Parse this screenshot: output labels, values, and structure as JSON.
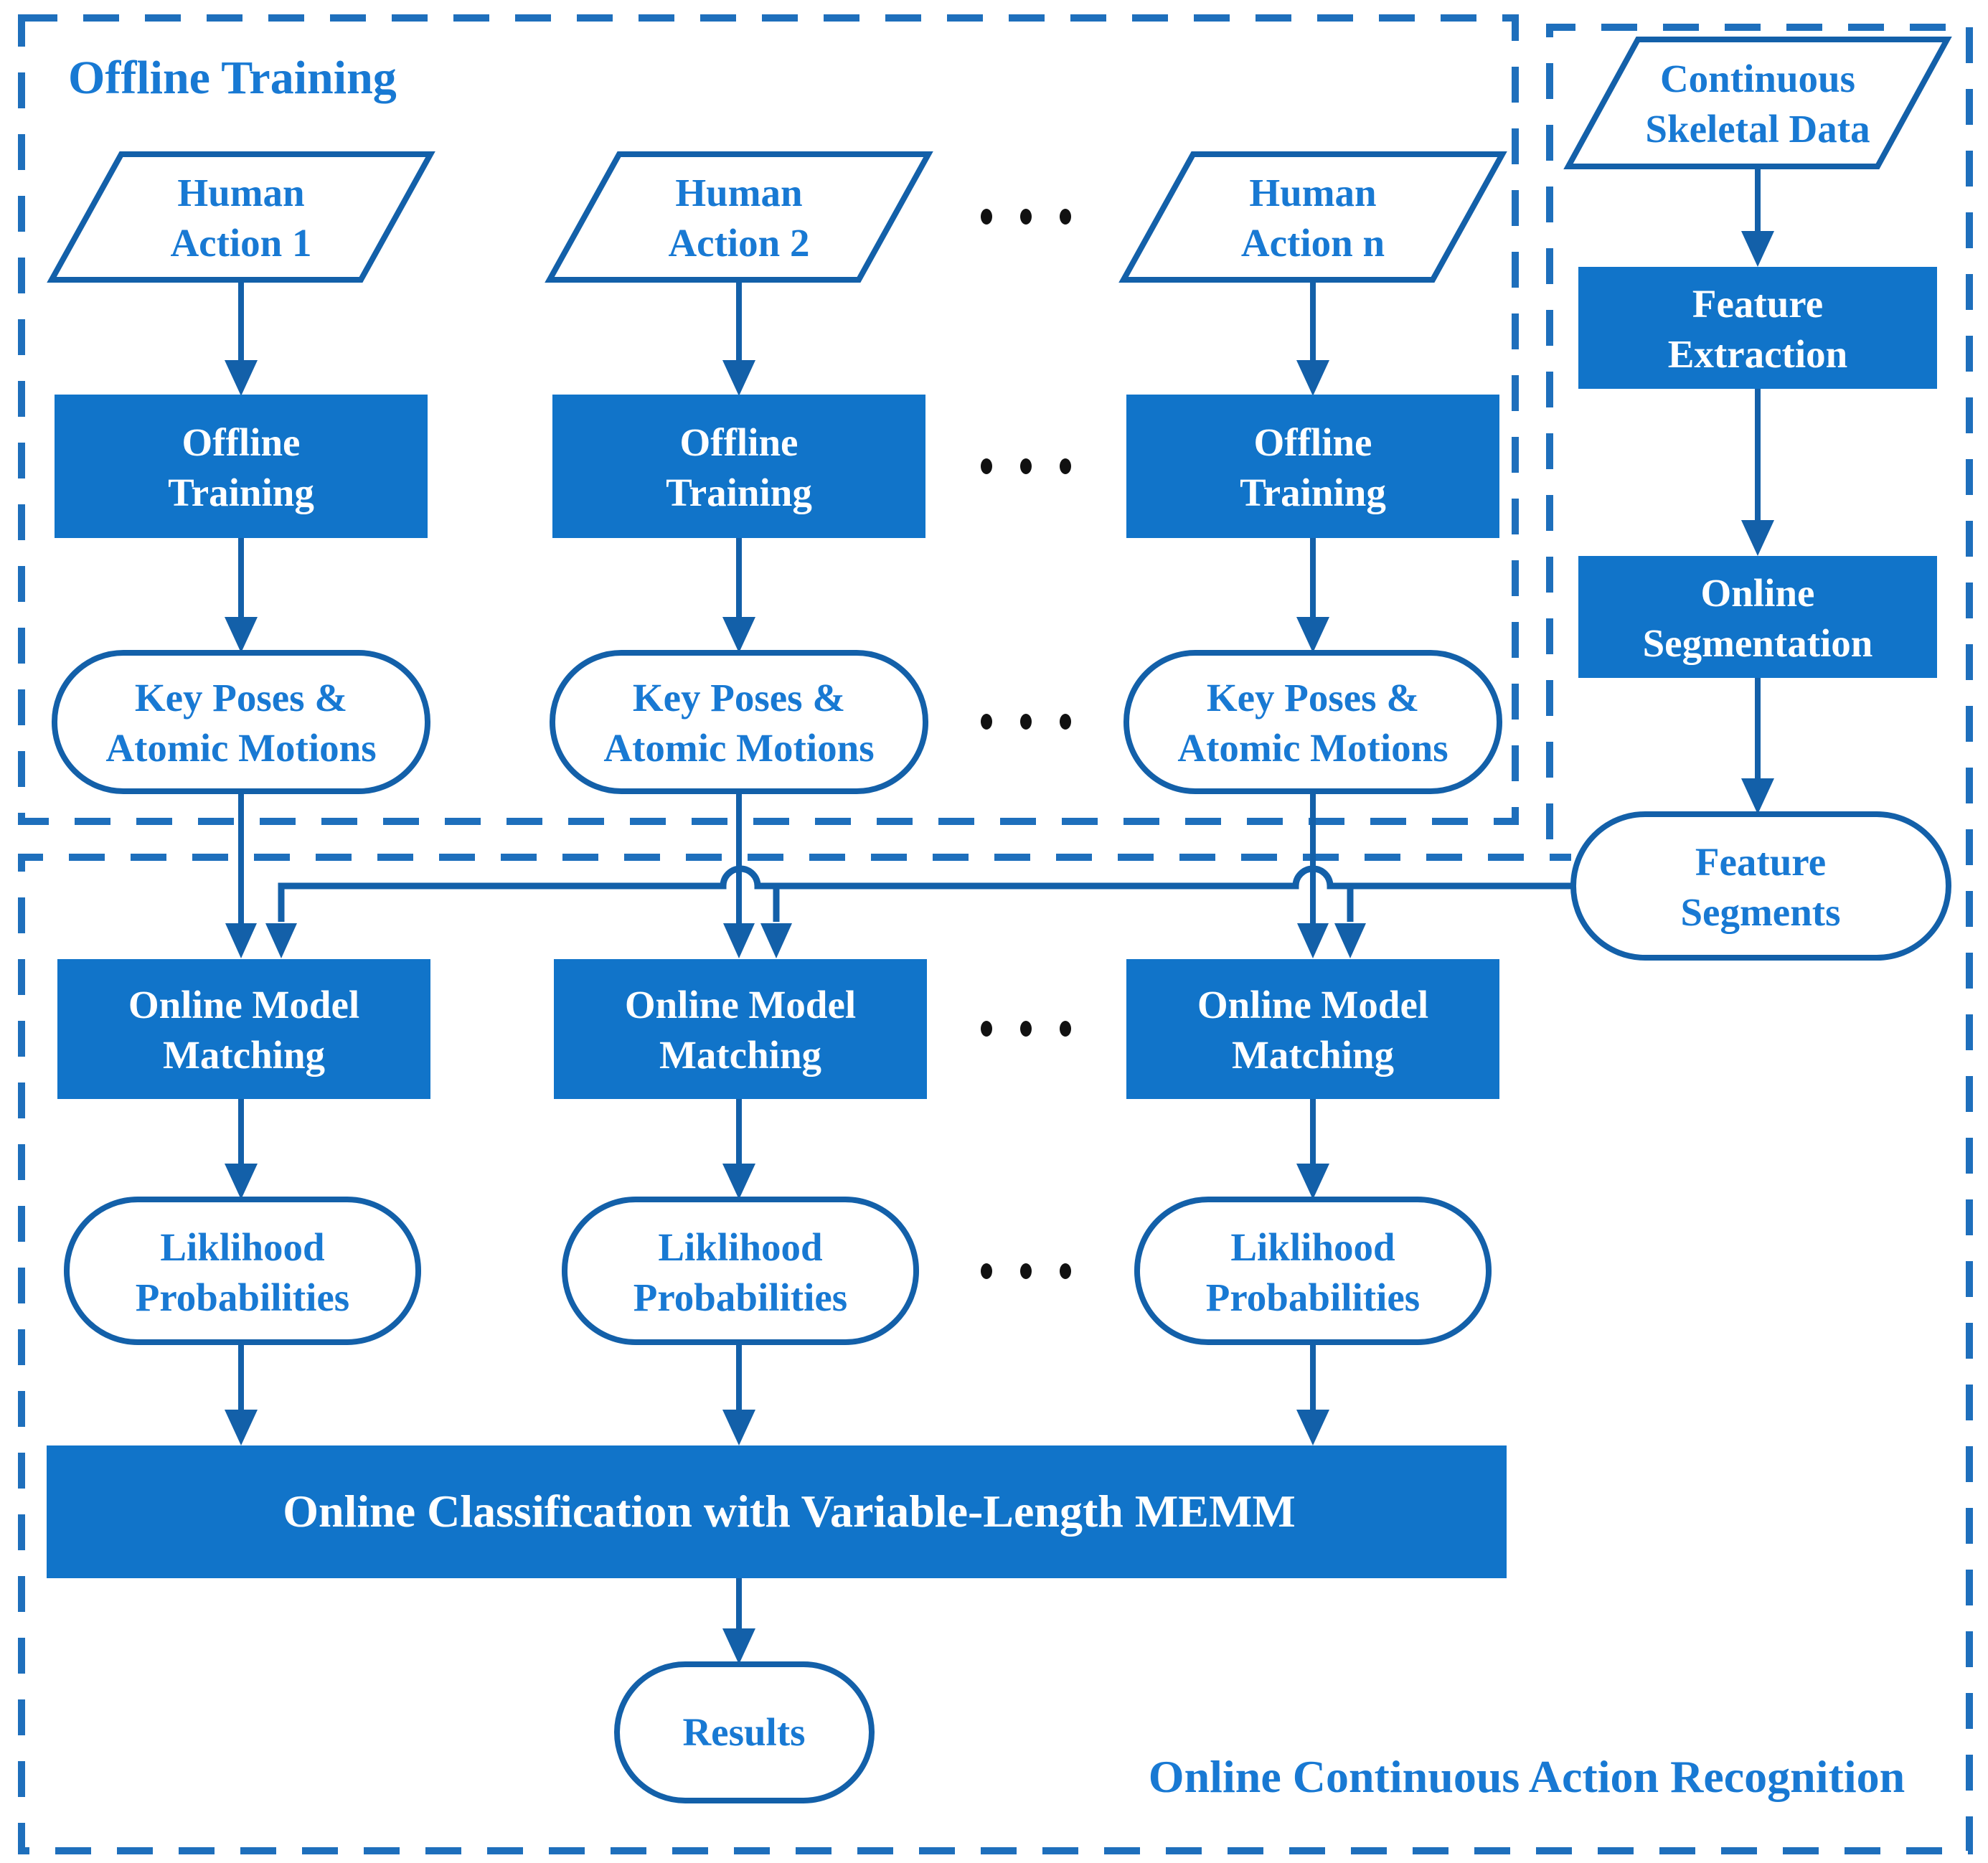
{
  "regions": {
    "offline_label": "Offline Training",
    "online_label": "Online Continuous Action Recognition"
  },
  "nodes": {
    "human_action_1": {
      "line1": "Human",
      "line2": "Action 1"
    },
    "human_action_2": {
      "line1": "Human",
      "line2": "Action 2"
    },
    "human_action_n": {
      "line1": "Human",
      "line2": "Action n"
    },
    "offline_training": {
      "line1": "Offline",
      "line2": "Training"
    },
    "key_poses": {
      "line1": "Key Poses &",
      "line2": "Atomic Motions"
    },
    "continuous_skeletal_data": {
      "line1": "Continuous",
      "line2": "Skeletal Data"
    },
    "feature_extraction": {
      "line1": "Feature",
      "line2": "Extraction"
    },
    "online_segmentation": {
      "line1": "Online",
      "line2": "Segmentation"
    },
    "feature_segments": {
      "line1": "Feature",
      "line2": "Segments"
    },
    "online_model_matching": {
      "line1": "Online Model",
      "line2": "Matching"
    },
    "liklihood_probabilities": {
      "line1": "Liklihood",
      "line2": "Probabilities"
    },
    "online_classification": {
      "label": "Online Classification with Variable-Length MEMM"
    },
    "results": {
      "label": "Results"
    }
  },
  "colors": {
    "box_fill": "#1174C9",
    "line_stroke": "#1360A9",
    "dash_stroke": "#1E6FBC",
    "text_blue": "#1879D3",
    "text_white": "#FFFFFF",
    "ellipsis_black": "#111111"
  }
}
